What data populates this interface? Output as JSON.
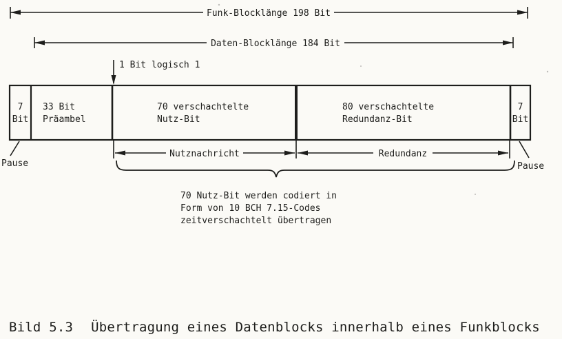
{
  "colors": {
    "ink": "#1d1d1b",
    "paper": "#fbfaf6"
  },
  "dimensions": {
    "funk": "Funk-Blocklänge 198 Bit",
    "daten": "Daten-Blocklänge 184 Bit",
    "nutznachricht": "Nutznachricht",
    "redundanz": "Redundanz"
  },
  "bit_marker": "1 Bit logisch 1",
  "segments": [
    {
      "line1": "7",
      "line2": "Bit"
    },
    {
      "line1": "33 Bit",
      "line2": "Präambel"
    },
    {
      "line1": "70 verschachtelte",
      "line2": "Nutz-Bit"
    },
    {
      "line1": "80 verschachtelte",
      "line2": "Redundanz-Bit"
    },
    {
      "line1": "7",
      "line2": "Bit"
    }
  ],
  "pause": {
    "left": "Pause",
    "right": "Pause"
  },
  "note": {
    "line1": "70 Nutz-Bit werden codiert in",
    "line2": "Form von 10 BCH 7.15-Codes",
    "line3": "zeitverschachtelt übertragen"
  },
  "caption": {
    "number": "Bild 5.3",
    "text": "Übertragung eines Datenblocks innerhalb eines Funkblocks"
  }
}
